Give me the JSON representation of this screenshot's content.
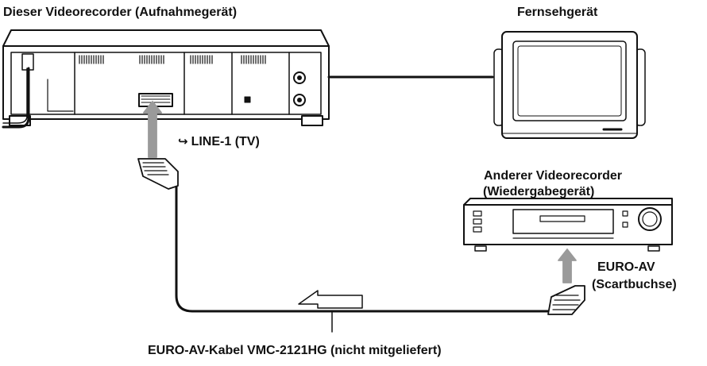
{
  "labels": {
    "recording_vcr": "Dieser Videorecorder (Aufnahmegerät)",
    "tv": "Fernsehgerät",
    "playback_vcr_line1": "Anderer Videorecorder",
    "playback_vcr_line2": "(Wiedergabegerät)",
    "line1_jack_icon": "↪",
    "line1_jack": "LINE-1 (TV)",
    "euro_av": "EURO-AV",
    "scart": "(Scartbuchse)",
    "cable": "EURO-AV-Kabel VMC-2121HG (nicht mitgeliefert)"
  },
  "icons": {
    "signal_direction": "hollow-arrow-left",
    "jack": "input-jack-icon"
  },
  "colors": {
    "line": "#111111",
    "device_fill": "#ffffff",
    "device_shade": "#d9d9d9",
    "arrow_fill": "#9a9a9a"
  }
}
